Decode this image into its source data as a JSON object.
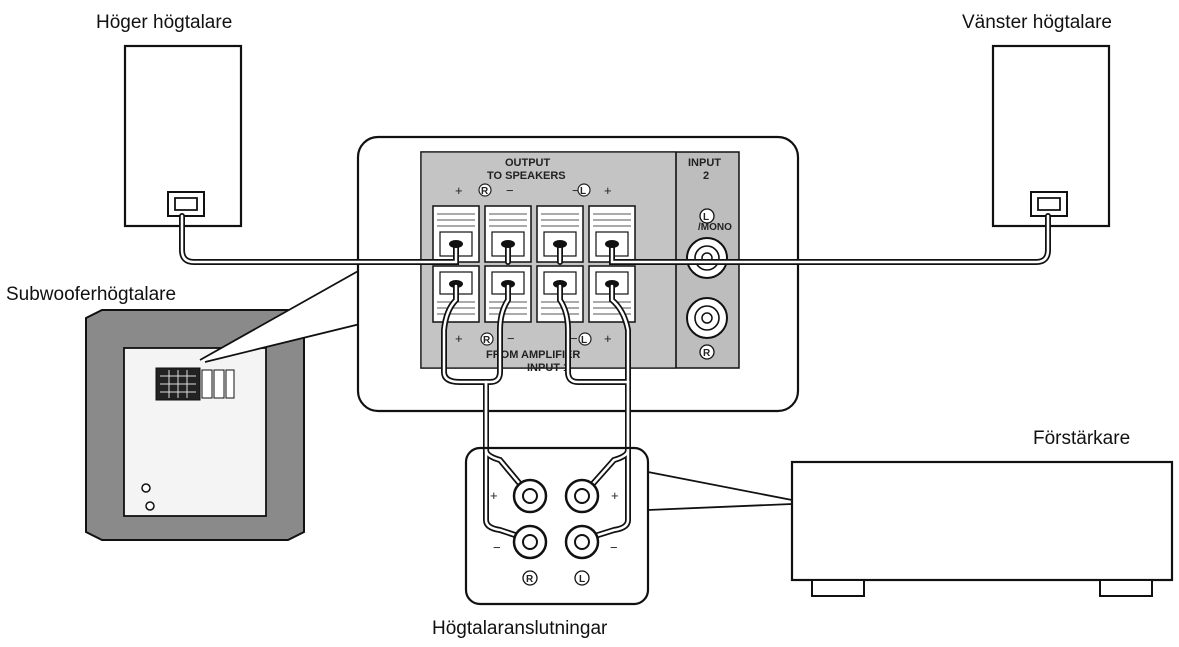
{
  "labels": {
    "right_speaker": "Höger högtalare",
    "left_speaker": "Vänster högtalare",
    "subwoofer": "Subwooferhögtalare",
    "amplifier": "Förstärkare",
    "speaker_terminals": "Högtalaranslutningar"
  },
  "panel": {
    "output_title": "OUTPUT",
    "output_sub": "TO SPEAKERS",
    "input2_title": "INPUT",
    "input2_num": "2",
    "mono_label": "/MONO",
    "from_amp": "FROM AMPLIFIER",
    "input1": "INPUT 1",
    "r_mark": "R",
    "l_mark": "L",
    "plus": "+",
    "minus": "−"
  },
  "terminals": {
    "r_mark": "R",
    "l_mark": "L",
    "plus": "+",
    "minus": "−"
  }
}
